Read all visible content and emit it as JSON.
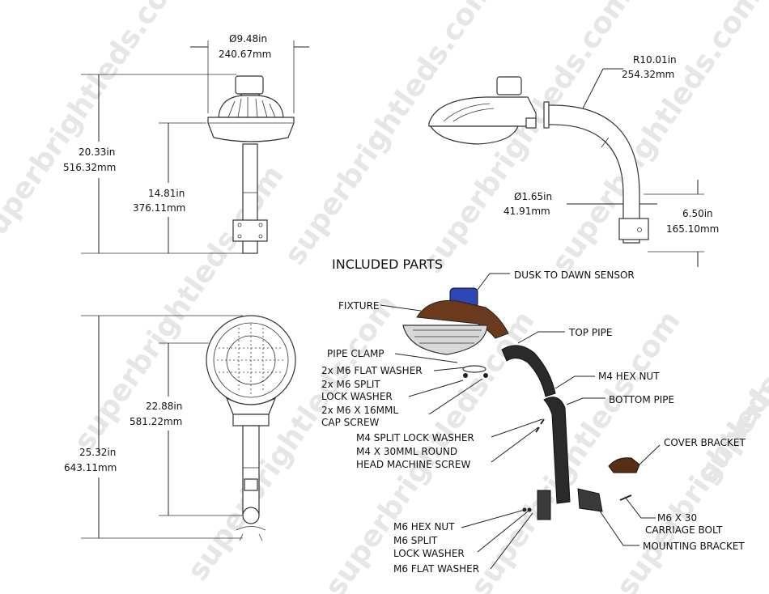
{
  "watermark": {
    "text": "superbrightleds.com"
  },
  "dimensions": {
    "fixture_diameter": {
      "label": "Ø9.48in",
      "metric": "240.67mm"
    },
    "overall_height": {
      "label": "20.33in",
      "metric": "516.32mm"
    },
    "pole_height": {
      "label": "14.81in",
      "metric": "376.11mm"
    },
    "arm_radius": {
      "label": "R10.01in",
      "metric": "254.32mm"
    },
    "pipe_diameter": {
      "label": "Ø1.65in",
      "metric": "41.91mm"
    },
    "bracket_height": {
      "label": "6.50in",
      "metric": "165.10mm"
    },
    "front_total_height": {
      "label": "25.32in",
      "metric": "643.11mm"
    },
    "front_pole_height": {
      "label": "22.88in",
      "metric": "581.22mm"
    }
  },
  "parts": {
    "heading": "INCLUDED PARTS",
    "sensor": "DUSK TO DAWN SENSOR",
    "fixture": "FIXTURE",
    "top_pipe": "TOP PIPE",
    "pipe_clamp": "PIPE CLAMP",
    "flat_washer": "2x M6 FLAT WASHER",
    "split_lock_a": "2x M6 SPLIT",
    "split_lock_b": "LOCK WASHER",
    "cap_screw_a": "2x M6 X 16MML",
    "cap_screw_b": "CAP SCREW",
    "m4_hex_nut": "M4 HEX NUT",
    "bottom_pipe": "BOTTOM PIPE",
    "m4_split": "M4 SPLIT LOCK WASHER",
    "m4_screw_a": "M4 X 30MML ROUND",
    "m4_screw_b": "HEAD MACHINE SCREW",
    "cover_bracket": "COVER BRACKET",
    "carriage_a": "M6 X 30",
    "carriage_b": "CARRIAGE BOLT",
    "mounting_bracket": "MOUNTING BRACKET",
    "m6_hex_nut": "M6 HEX NUT",
    "m6_split_a": "M6 SPLIT",
    "m6_split_b": "LOCK WASHER",
    "m6_flat": "M6 FLAT WASHER"
  },
  "colors": {
    "sensor": "#2d47b8",
    "fixture_shade": "#6b3a1c",
    "pipe": "#2a2a2a",
    "bracket": "#3a3a3a",
    "cover_bracket": "#5a2e16"
  }
}
